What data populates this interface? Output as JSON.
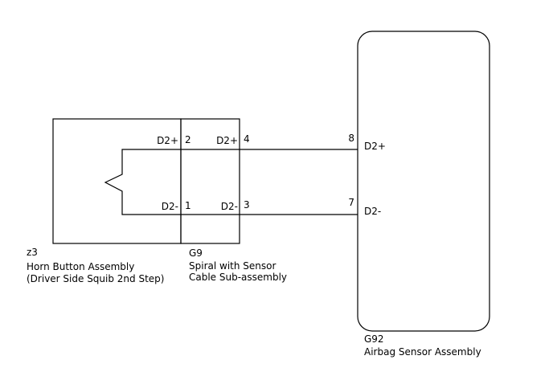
{
  "components": {
    "horn": {
      "code": "z3",
      "name": "Horn Button Assembly",
      "subtitle": "(Driver Side Squib 2nd Step)",
      "pins": [
        {
          "pin": "2",
          "signal": "D2+"
        },
        {
          "pin": "1",
          "signal": "D2-"
        }
      ]
    },
    "spiral": {
      "code": "G9",
      "name": "Spiral with Sensor",
      "subtitle": "Cable Sub-assembly",
      "pins": [
        {
          "pin": "4",
          "signal": "D2+"
        },
        {
          "pin": "3",
          "signal": "D2-"
        }
      ]
    },
    "sensor": {
      "code": "G92",
      "name": "Airbag Sensor Assembly",
      "pins": [
        {
          "pin": "8",
          "signal": "D2+"
        },
        {
          "pin": "7",
          "signal": "D2-"
        }
      ]
    }
  },
  "wires": [
    {
      "from": "z3 pin 2 (D2+)",
      "via": "G9 pin 4 (D2+)",
      "to": "G92 pin 8 (D2+)"
    },
    {
      "from": "z3 pin 1 (D2-)",
      "via": "G9 pin 3 (D2-)",
      "to": "G92 pin 7 (D2-)"
    }
  ]
}
